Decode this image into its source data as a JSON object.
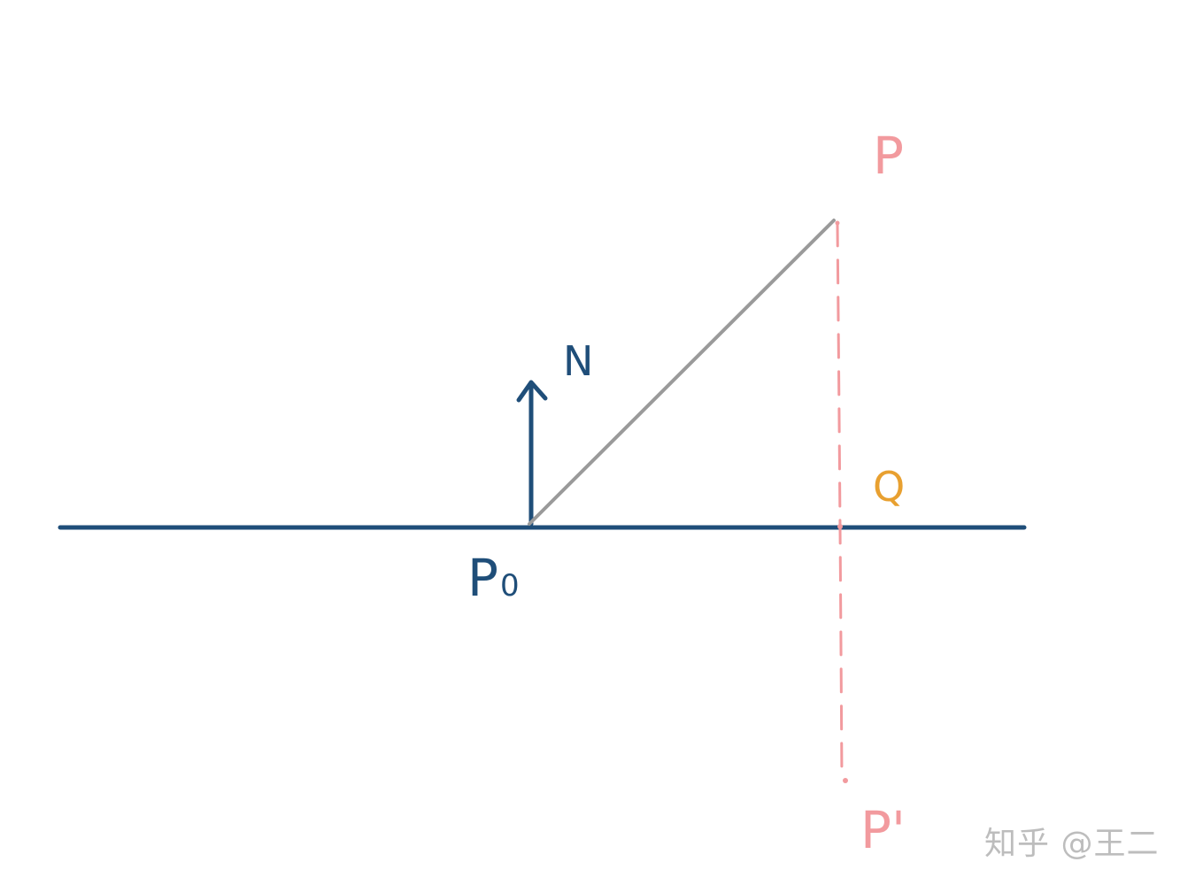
{
  "labels": {
    "point_p": "P",
    "point_p_prime": "P'",
    "point_q": "Q",
    "point_p0": "P",
    "point_p0_subscript": "0",
    "normal_n": "N"
  },
  "watermark": "知乎 @王二",
  "colors": {
    "plane": "#1f4e79",
    "normal": "#1f4e79",
    "vector": "#9a9a9a",
    "projection": "#f29a9e",
    "point_q": "#e8a030",
    "watermark": "#bdbdbd"
  }
}
